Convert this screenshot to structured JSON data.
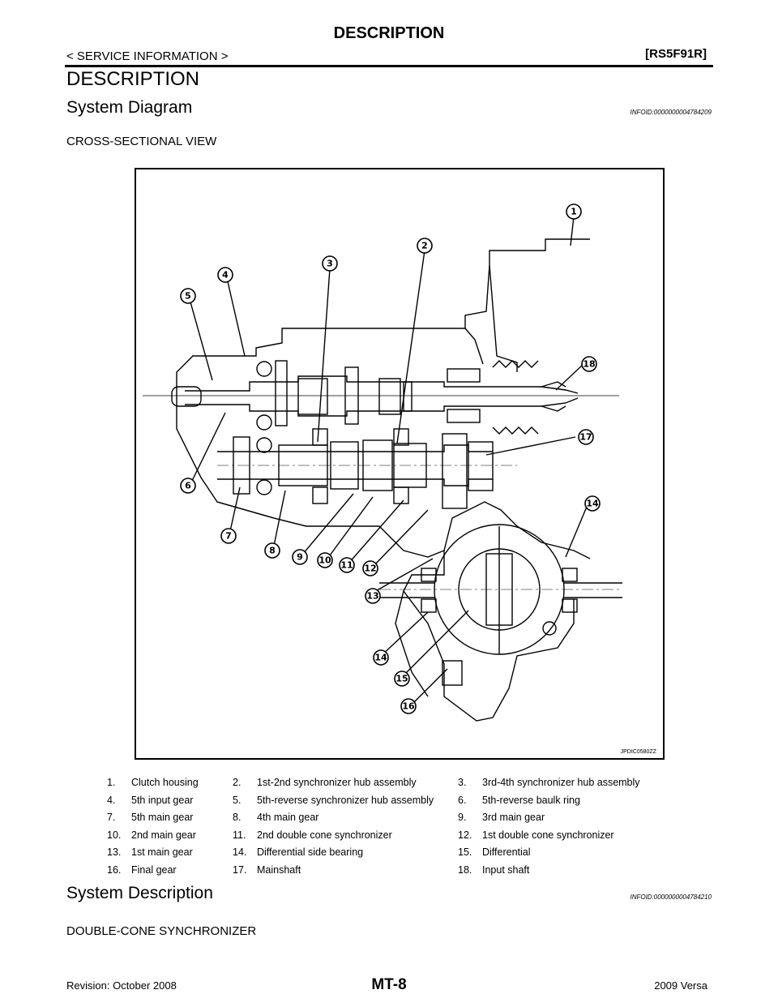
{
  "header": {
    "title": "DESCRIPTION",
    "left": "< SERVICE INFORMATION >",
    "right": "[RS5F91R]"
  },
  "section_title": "DESCRIPTION",
  "system_diagram": {
    "title": "System Diagram",
    "infoid": "INFOID:0000000004784209",
    "view_label": "CROSS-SECTIONAL VIEW",
    "figure_id": "JPDIC0580ZZ",
    "callout_numbers": [
      "1",
      "2",
      "3",
      "4",
      "5",
      "6",
      "7",
      "8",
      "9",
      "10",
      "11",
      "12",
      "13",
      "14",
      "14",
      "15",
      "16",
      "17",
      "18"
    ]
  },
  "legend": [
    [
      {
        "num": "1.",
        "text": "Clutch housing"
      },
      {
        "num": "2.",
        "text": "1st-2nd synchronizer hub  assembly"
      },
      {
        "num": "3.",
        "text": "3rd-4th synchronizer hub assembly"
      }
    ],
    [
      {
        "num": "4.",
        "text": "5th input gear"
      },
      {
        "num": "5.",
        "text": "5th-reverse synchronizer hub assembly"
      },
      {
        "num": "6.",
        "text": "5th-reverse baulk ring"
      }
    ],
    [
      {
        "num": "7.",
        "text": "5th main gear"
      },
      {
        "num": "8.",
        "text": "4th main gear"
      },
      {
        "num": "9.",
        "text": "3rd main gear"
      }
    ],
    [
      {
        "num": "10.",
        "text": "2nd main gear"
      },
      {
        "num": "11.",
        "text": "2nd double cone synchronizer"
      },
      {
        "num": "12.",
        "text": "1st double cone synchronizer"
      }
    ],
    [
      {
        "num": "13.",
        "text": "1st main gear"
      },
      {
        "num": "14.",
        "text": "Differential side bearing"
      },
      {
        "num": "15.",
        "text": "Differential"
      }
    ],
    [
      {
        "num": "16.",
        "text": " Final gear"
      },
      {
        "num": "17.",
        "text": "Mainshaft"
      },
      {
        "num": "18.",
        "text": "Input shaft"
      }
    ]
  ],
  "system_description": {
    "title": "System Description",
    "infoid": "INFOID:0000000004784210",
    "label": "DOUBLE-CONE SYNCHRONIZER"
  },
  "footer": {
    "left": "Revision: October 2008",
    "center": "MT-8",
    "right": "2009 Versa"
  }
}
